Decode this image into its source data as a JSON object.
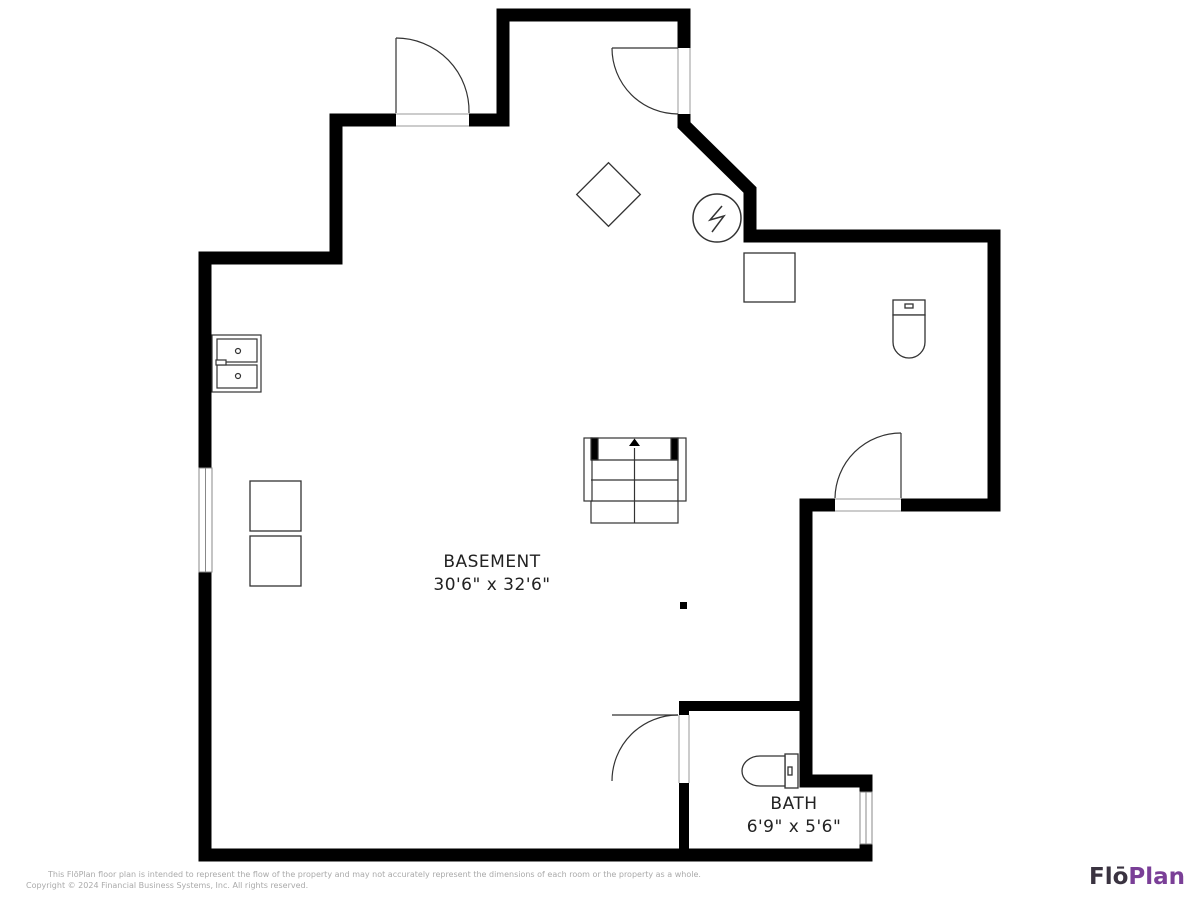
{
  "colors": {
    "wall": "#000000",
    "fixture": "#333333",
    "brand_dark": "#3a3340",
    "brand_purple": "#7a3f97"
  },
  "rooms": [
    {
      "name": "BASEMENT",
      "dims": "30'6\" x 32'6\""
    },
    {
      "name": "BATH",
      "dims": "6'9\" x 5'6\""
    }
  ],
  "icons": [
    "door-swing-icon",
    "window-icon",
    "laundry-sink-icon",
    "toilet-icon",
    "stairs-icon",
    "electrical-panel-icon",
    "vent-icon",
    "support-post-icon"
  ],
  "footer": {
    "disclaimer_line1": "This FlōPlan floor plan is intended to represent the flow of the property and may not accurately represent the dimensions of each room or the property as a whole.",
    "disclaimer_line2": "Copyright © 2024 Financial Business Systems, Inc. All rights reserved.",
    "brand_part1": "Flō",
    "brand_part2": "Plan"
  }
}
